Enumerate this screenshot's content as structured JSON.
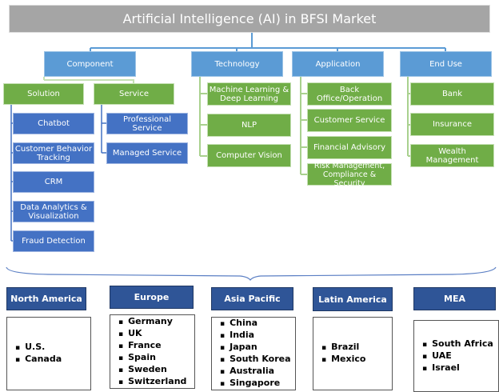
{
  "title": "Artificial Intelligence (AI) in BFSI Market",
  "segments": [
    {
      "label": "Component"
    },
    {
      "label": "Technology",
      "items": [
        "Machine Learning & Deep Learning",
        "NLP",
        "Computer Vision"
      ]
    },
    {
      "label": "Application",
      "items": [
        "Back Office/Operation",
        "Customer Service",
        "Financial Advisory",
        "Risk Management, Compliance & Security"
      ]
    },
    {
      "label": "End Use",
      "items": [
        "Bank",
        "Insurance",
        "Wealth Management"
      ]
    }
  ],
  "component": {
    "solution": {
      "label": "Solution",
      "items": [
        "Chatbot",
        "Customer Behavior Tracking",
        "CRM",
        "Data Analytics & Visualization",
        "Fraud Detection"
      ]
    },
    "service": {
      "label": "Service",
      "items": [
        "Professional Service",
        "Managed Service"
      ]
    }
  },
  "regions": [
    {
      "label": "North America",
      "countries": [
        "U.S.",
        "Canada"
      ]
    },
    {
      "label": "Europe",
      "countries": [
        "Germany",
        "UK",
        "France",
        "Spain",
        "Sweden",
        "Switzerland"
      ]
    },
    {
      "label": "Asia Pacific",
      "countries": [
        "China",
        "India",
        "Japan",
        "South Korea",
        "Australia",
        "Singapore"
      ]
    },
    {
      "label": "Latin America",
      "countries": [
        "Brazil",
        "Mexico"
      ]
    },
    {
      "label": "MEA",
      "countries": [
        "South Africa",
        "UAE",
        "Israel"
      ]
    }
  ],
  "colors": {
    "title": "#a5a5a5",
    "segment": "#5b9bd5",
    "green": "#70ad47",
    "blue": "#4472c4",
    "region": "#2f5597"
  }
}
